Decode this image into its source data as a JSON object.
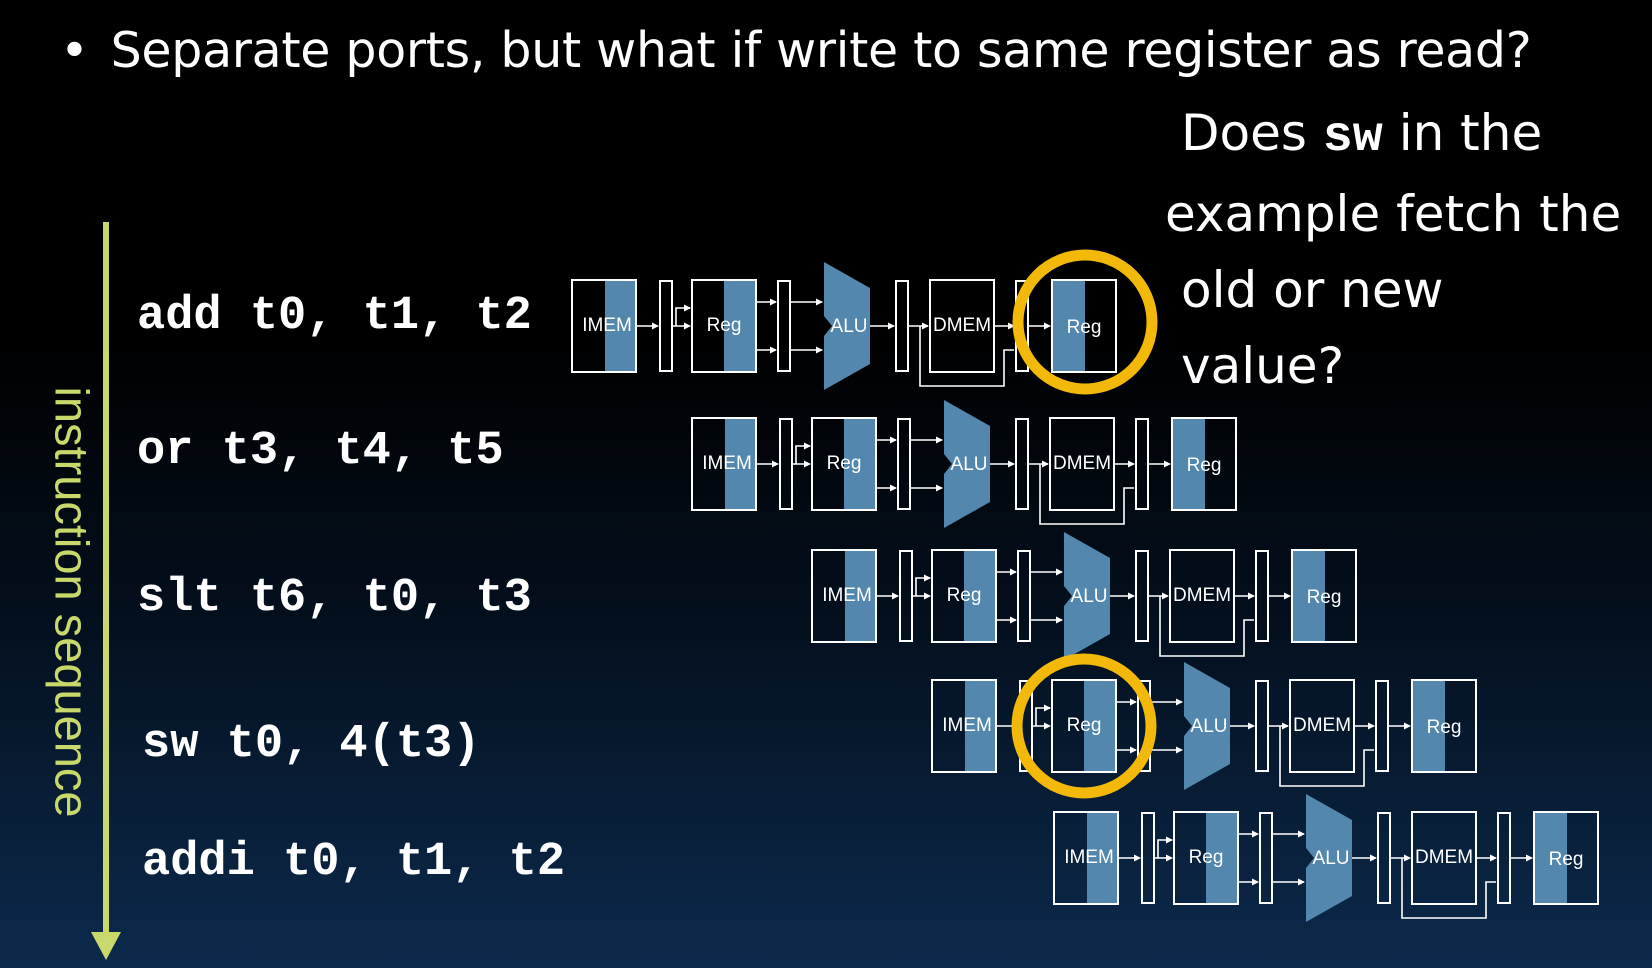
{
  "headline": {
    "bullet": "•",
    "text": "Separate ports, but what if write to same register as read?"
  },
  "question": {
    "line1_pre": "Does ",
    "line1_code": "sw",
    "line1_post": " in the",
    "line2": "example fetch the",
    "line3": "old or new",
    "line4": "value?"
  },
  "sequence_label": "instruction sequence",
  "instructions": [
    "add t0, t1, t2",
    "or t3, t4, t5",
    "slt t6, t0, t3",
    "sw t0, 4(t3)",
    "addi t0, t1, t2"
  ],
  "pipeline_units": {
    "imem": "IMEM",
    "reg": "Reg",
    "alu": "ALU",
    "dmem": "DMEM",
    "reg_write": "Reg"
  },
  "colors": {
    "background_top": "#000000",
    "background_bottom": "#0c2a4c",
    "unit_fill": "#5387ad",
    "highlight_ring": "#f2b90a",
    "arrow": "#c9d86a",
    "text": "#ffffff"
  }
}
